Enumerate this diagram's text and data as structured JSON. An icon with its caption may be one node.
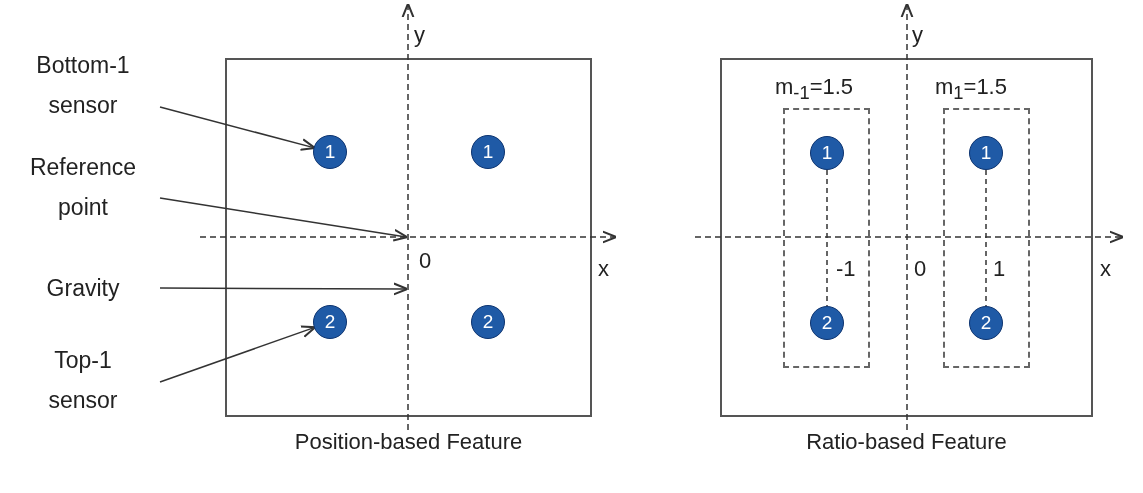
{
  "diagram": {
    "nodes": [
      {
        "text": [
          "Bottom-1 sensor"
        ]
      },
      {
        "text": [
          "Reference point"
        ]
      },
      {
        "text": [
          "Gravity"
        ]
      },
      {
        "text": [
          "Top-1 sensor"
        ]
      },
      {
        "text": [
          "Position-based Feature"
        ]
      },
      {
        "text": [
          "1"
        ],
        "in": 4
      },
      {
        "text": [
          "1"
        ],
        "in": 4
      },
      {
        "text": [
          "2"
        ],
        "in": 4
      },
      {
        "text": [
          "2"
        ],
        "in": 4
      },
      {
        "text": [
          "Ratio-based Feature"
        ]
      },
      {
        "text": [
          "m$_{-1}$=1.5"
        ],
        "in": 9
      },
      {
        "text": [
          "1"
        ],
        "in": 10
      },
      {
        "text": [
          "2"
        ],
        "in": 10
      },
      {
        "text": [
          "m$_{1}$=1.5"
        ],
        "in": 9
      },
      {
        "text": [
          "1"
        ],
        "in": 13
      },
      {
        "text": [
          "2"
        ],
        "in": 13
      },
      {
        "text": [],
        "shape": "line"
      }
    ],
    "edges": [
      {
        "from": 0,
        "to": 5,
        "arrow": "to"
      },
      {
        "from": 1,
        "to": 16,
        "arrow": "to"
      },
      {
        "from": 2,
        "to": 16,
        "arrow": "to"
      },
      {
        "from": 3,
        "to": 7,
        "arrow": "to"
      },
      {
        "from": 11,
        "to": 12,
        "arrow": "none",
        "style": "dashed"
      },
      {
        "from": 14,
        "to": 15,
        "arrow": "none",
        "style": "dashed"
      }
    ],
    "labels": [
      "y",
      "0",
      "x",
      "y",
      "-1",
      "0",
      "1",
      "x"
    ]
  }
}
